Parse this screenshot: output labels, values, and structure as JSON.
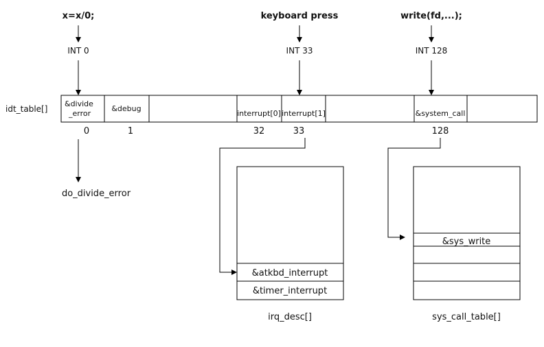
{
  "events": {
    "divide": "x=x/0;",
    "keyboard": "keyboard press",
    "write": "write(fd,...);"
  },
  "interrupts": {
    "int0": "INT 0",
    "int33": "INT 33",
    "int128": "INT 128"
  },
  "idt": {
    "label": "idt_table[]",
    "cells": {
      "divide_line1": "&divide",
      "divide_line2": "_error",
      "debug": "&debug",
      "interrupt0": "interrupt[0]",
      "interrupt1": "interrupt[1]",
      "system_call": "&system_call"
    },
    "indices": {
      "i0": "0",
      "i1": "1",
      "i32": "32",
      "i33": "33",
      "i128": "128"
    }
  },
  "handlers": {
    "do_divide_error": "do_divide_error"
  },
  "irq_desc": {
    "label": "irq_desc[]",
    "entries": {
      "atkbd": "&atkbd_interrupt",
      "timer": "&timer_interrupt"
    }
  },
  "sys_call_table": {
    "label": "sys_call_table[]",
    "entries": {
      "sys_write": "&sys_write"
    }
  },
  "colors": {
    "stroke": "#000000",
    "text": "#111111",
    "background": "#ffffff"
  }
}
